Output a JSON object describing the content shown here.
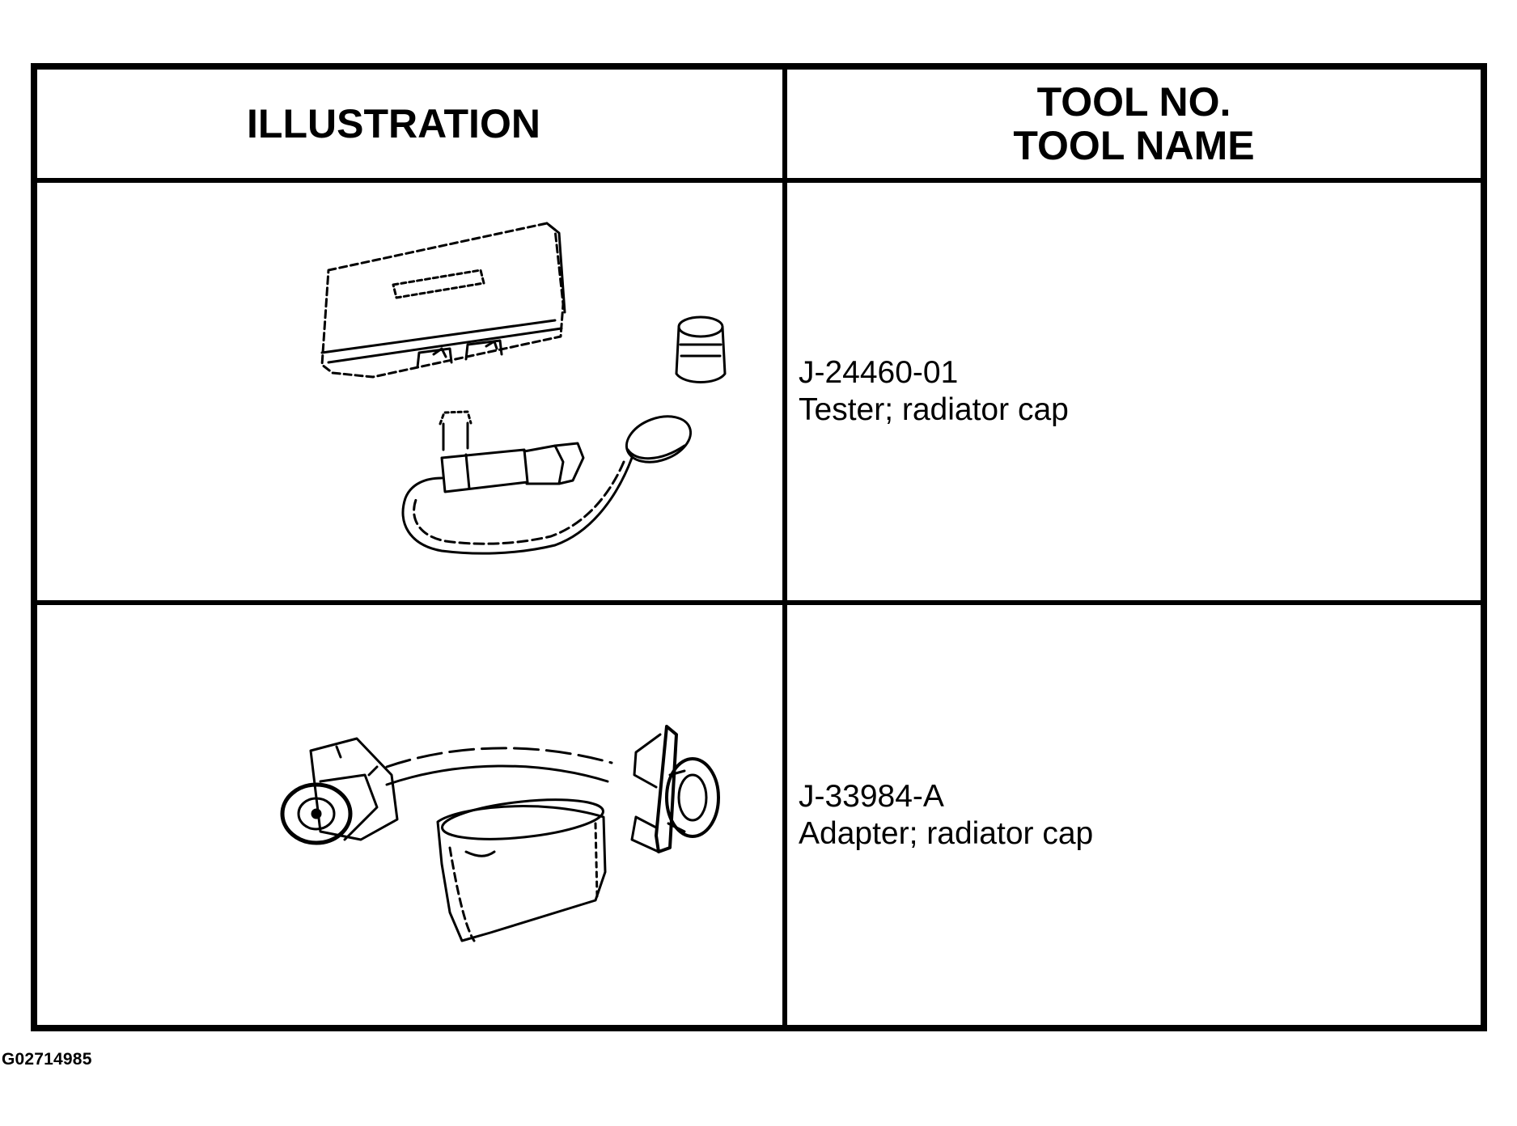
{
  "table": {
    "header": {
      "illustration": "ILLUSTRATION",
      "tool_no": "TOOL NO.",
      "tool_name": "TOOL NAME"
    },
    "rows": [
      {
        "tool_no": "J-24460-01",
        "tool_name": "Tester; radiator cap",
        "illustration_icon": "radiator-cap-tester-kit-icon"
      },
      {
        "tool_no": "J-33984-A",
        "tool_name": "Adapter; radiator cap",
        "illustration_icon": "radiator-cap-adapter-icon"
      }
    ]
  },
  "figure_id": "G02714985"
}
